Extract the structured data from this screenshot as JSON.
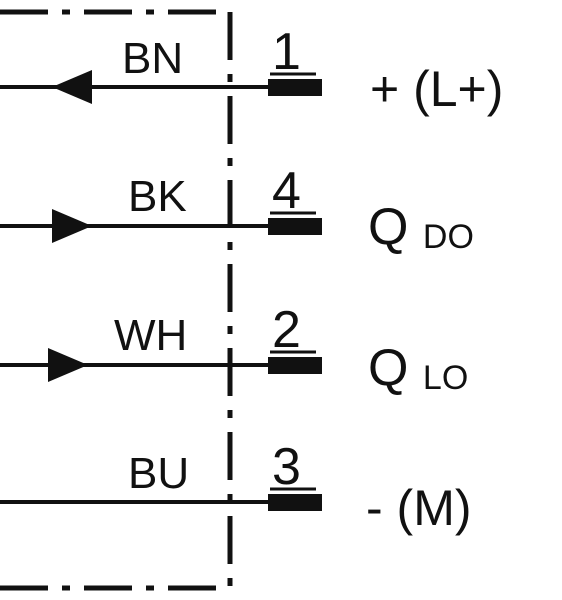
{
  "diagram": {
    "line_color": "#111111",
    "background": "#ffffff",
    "wires": [
      {
        "color_code": "BN",
        "pin": "1",
        "signal_main": "+ (L+)",
        "signal_sub": "",
        "arrow": "left"
      },
      {
        "color_code": "BK",
        "pin": "4",
        "signal_main": "Q",
        "signal_sub": "DO",
        "arrow": "right"
      },
      {
        "color_code": "WH",
        "pin": "2",
        "signal_main": "Q",
        "signal_sub": "LO",
        "arrow": "right"
      },
      {
        "color_code": "BU",
        "pin": "3",
        "signal_main": "- (M)",
        "signal_sub": "",
        "arrow": "none"
      }
    ]
  }
}
